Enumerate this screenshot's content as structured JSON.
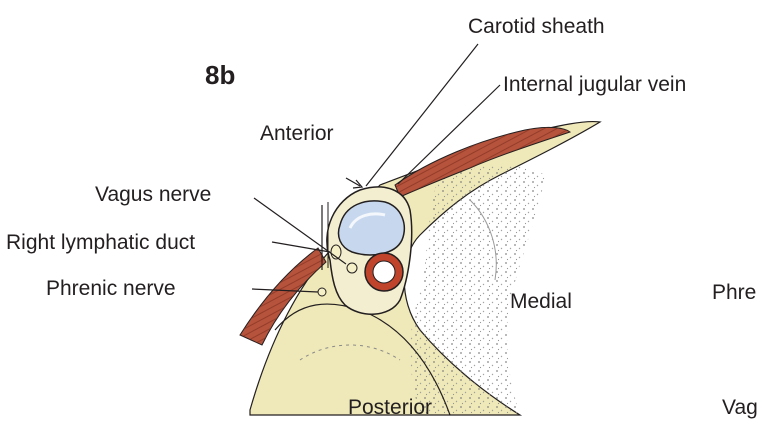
{
  "figure": {
    "number": "8b",
    "labels": {
      "carotid_sheath": "Carotid sheath",
      "internal_jugular_vein": "Internal jugular vein",
      "anterior": "Anterior",
      "vagus_nerve": "Vagus nerve",
      "right_lymphatic_duct": "Right lymphatic duct",
      "phrenic_nerve": "Phrenic nerve",
      "medial": "Medial",
      "posterior": "Posterior",
      "cut_right_top": "Phre",
      "cut_right_bottom": "Vag"
    }
  },
  "colors": {
    "fascia": "#efe8b8",
    "muscle": "#b5533c",
    "vein": "#c7d8ee",
    "artery_wall": "#c0432c",
    "outline": "#231f20"
  }
}
